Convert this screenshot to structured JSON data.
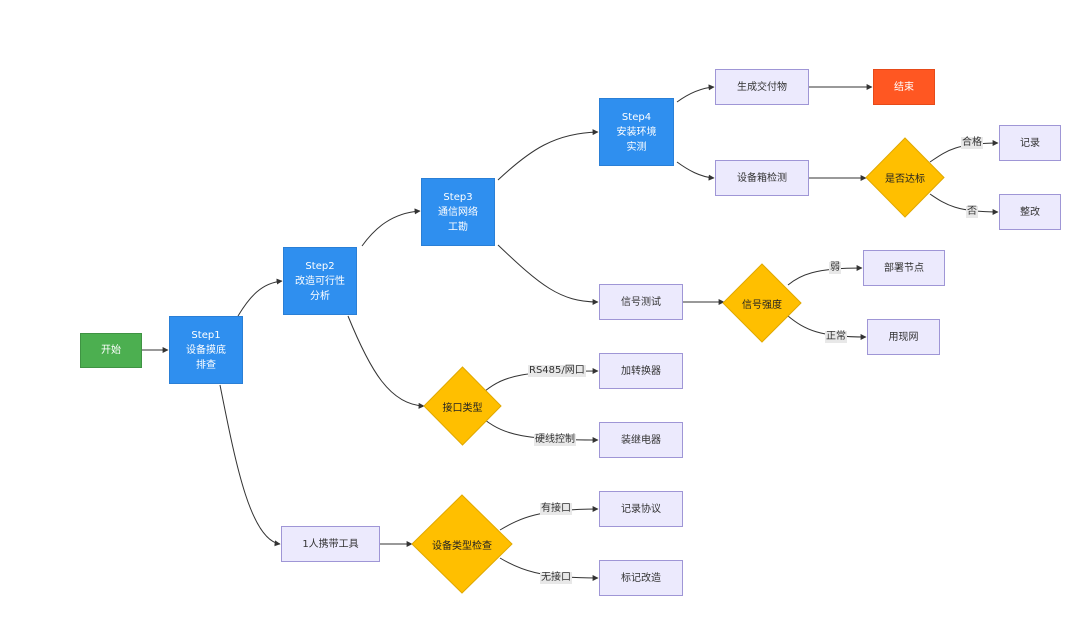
{
  "colors": {
    "process_fill": "#eceafd",
    "process_border": "#9f96d6",
    "step_fill": "#2f8fef",
    "start_fill": "#4caf50",
    "end_fill": "#ff5722",
    "decision_fill": "#ffbf00",
    "edge": "#333333"
  },
  "nodes": {
    "start": "开始",
    "step1": "Step1\n设备摸底\n排查",
    "step2": "Step2\n改造可行性\n分析",
    "step3": "Step3\n通信网络\n工勘",
    "step4": "Step4\n安装环境\n实测",
    "deliver": "生成交付物",
    "end": "结束",
    "box_check": "设备箱检测",
    "qualified_q": "是否达标",
    "record": "记录",
    "rectify": "整改",
    "signal_test": "信号测试",
    "signal_q": "信号强度",
    "deploy_node": "部署节点",
    "use_existing": "用现网",
    "interface_q": "接口类型",
    "add_converter": "加转换器",
    "install_relay": "装继电器",
    "tools": "1人携带工具",
    "device_q": "设备类型检查",
    "record_protocol": "记录协议",
    "mark_retrofit": "标记改造"
  },
  "edge_labels": {
    "pass": "合格",
    "fail": "否",
    "weak": "弱",
    "normal": "正常",
    "rs485": "RS485/网口",
    "hardwire": "硬线控制",
    "has_port": "有接口",
    "no_port": "无接口"
  }
}
